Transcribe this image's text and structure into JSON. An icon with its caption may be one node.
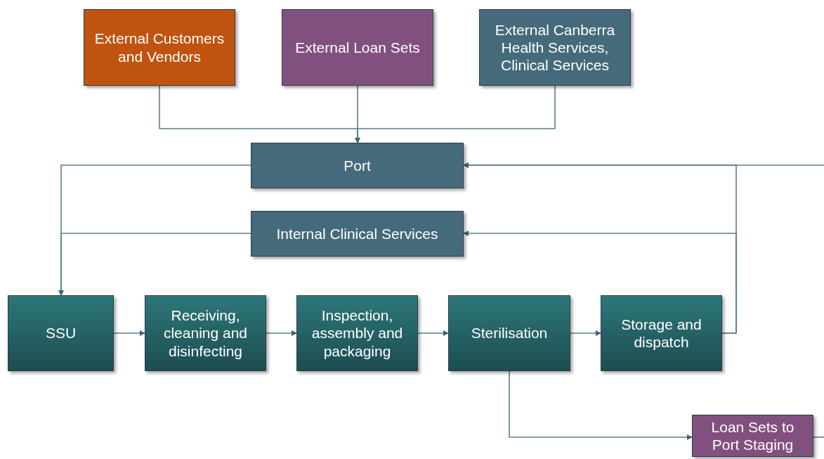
{
  "diagram": {
    "nodes": [
      {
        "text": [
          "External Customers and Vendors"
        ]
      },
      {
        "text": [
          "External Loan Sets"
        ]
      },
      {
        "text": [
          "External Canberra Health Services, Clinical Services"
        ]
      },
      {
        "text": [
          "Port"
        ]
      },
      {
        "text": [
          "Internal Clinical Services"
        ]
      },
      {
        "text": [
          "SSU"
        ]
      },
      {
        "text": [
          "Receiving, cleaning and disinfecting"
        ]
      },
      {
        "text": [
          "Inspection, assembly and packaging"
        ]
      },
      {
        "text": [
          "Sterilisation"
        ]
      },
      {
        "text": [
          "Storage and dispatch"
        ]
      },
      {
        "text": [
          "Loan Sets to Port Staging"
        ]
      }
    ],
    "edges": [
      {
        "from": 0,
        "to": 3,
        "arrow": "to"
      },
      {
        "from": 1,
        "to": 3,
        "arrow": "to"
      },
      {
        "from": 2,
        "to": 3,
        "arrow": "to"
      },
      {
        "from": 3,
        "to": 5,
        "arrow": "to"
      },
      {
        "from": 4,
        "to": 5,
        "arrow": "to"
      },
      {
        "from": 5,
        "to": 6,
        "arrow": "to"
      },
      {
        "from": 6,
        "to": 7,
        "arrow": "to"
      },
      {
        "from": 7,
        "to": 8,
        "arrow": "to"
      },
      {
        "from": 8,
        "to": 9,
        "arrow": "to"
      },
      {
        "from": 9,
        "to": 3,
        "arrow": "to"
      },
      {
        "from": 9,
        "to": 4,
        "arrow": "to"
      },
      {
        "from": 8,
        "to": 10,
        "arrow": "to"
      },
      {
        "from": 10,
        "to": null,
        "arrow": "none"
      },
      {
        "from": null,
        "to": 3,
        "arrow": "to"
      }
    ]
  }
}
